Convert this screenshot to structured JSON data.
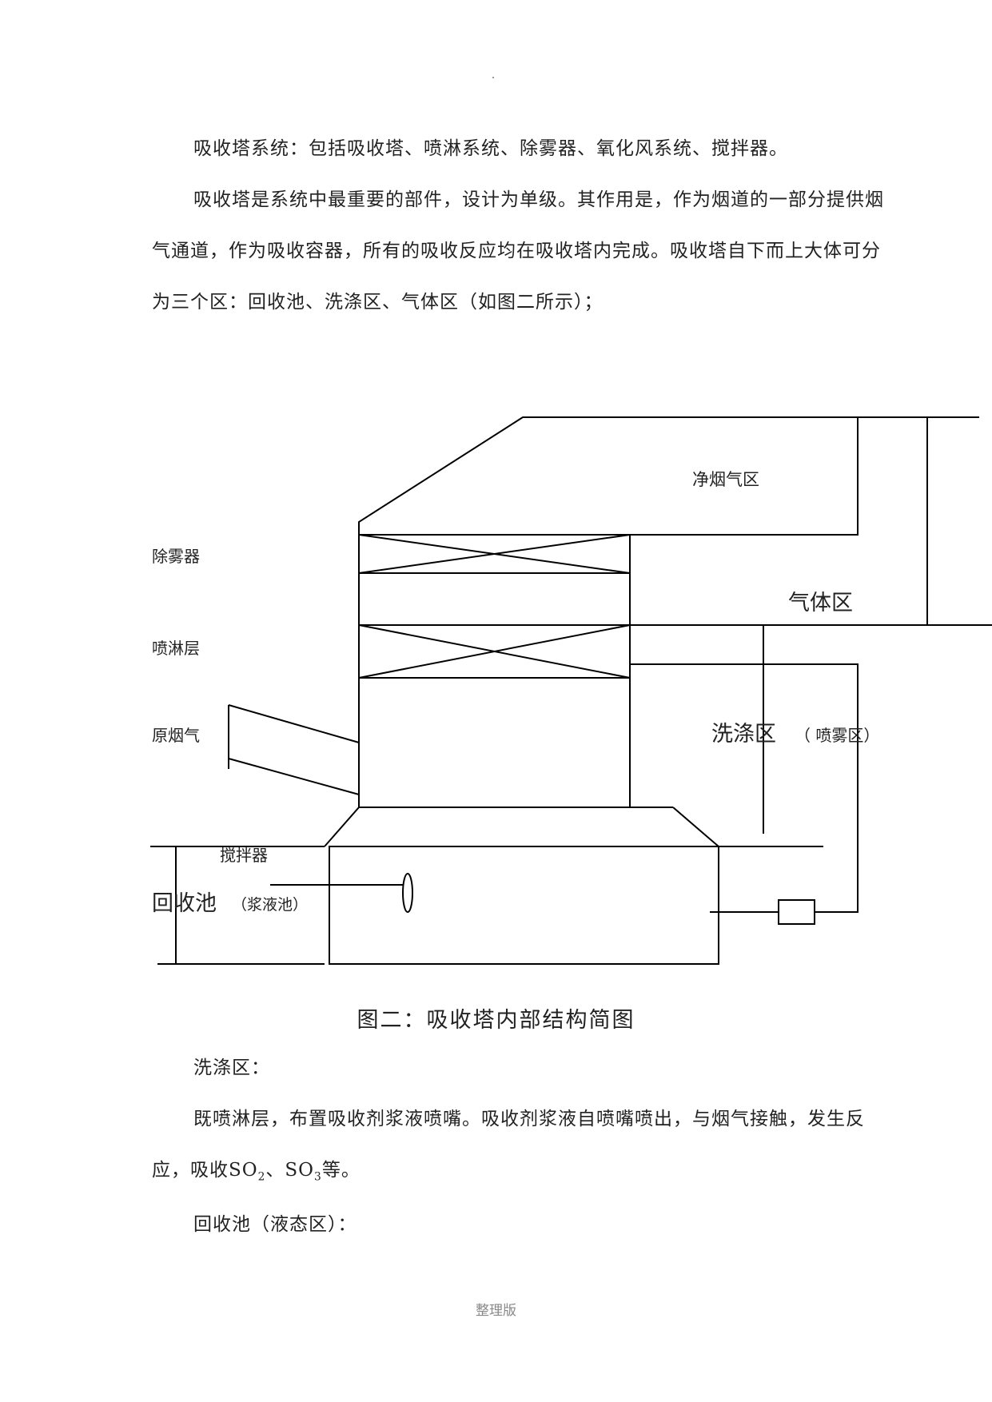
{
  "intro_paragraph": "吸收塔系统：包括吸收塔、喷淋系统、除雾器、氧化风系统、搅拌器。",
  "tower_paragraph": "吸收塔是系统中最重要的部件，设计为单级。其作用是，作为烟道的一部分提供烟气通道，作为吸收容器，所有的吸收反应均在吸收塔内完成。吸收塔自下而上大体可分为三个区：回收池、洗涤区、气体区（如图二所示）；",
  "diagram": {
    "labels": {
      "clean_gas_zone": "净烟气区",
      "demister": "除雾器",
      "gas_zone": "气体区",
      "spray_layer": "喷淋层",
      "raw_flue_gas": "原烟气",
      "washing_zone": "洗涤区",
      "spray_zone": "（  喷雾区）",
      "agitator": "搅拌器",
      "recovery_pool": "回收池",
      "slurry_pool": "（浆液池）"
    },
    "caption": "图二：吸收塔内部结构简图"
  },
  "washing_heading": "洗涤区：",
  "washing_text_before": "既喷淋层，布置吸收剂浆液喷嘴。吸收剂浆液自喷嘴喷出，与烟气接触，发生反应，吸收",
  "so2_base": "SO",
  "so2_sub": "2",
  "separator": "、",
  "so3_base": "SO",
  "so3_sub": "3",
  "washing_text_after": "等。",
  "recovery_heading": "回收池（液态区）：",
  "footer": "整理版"
}
